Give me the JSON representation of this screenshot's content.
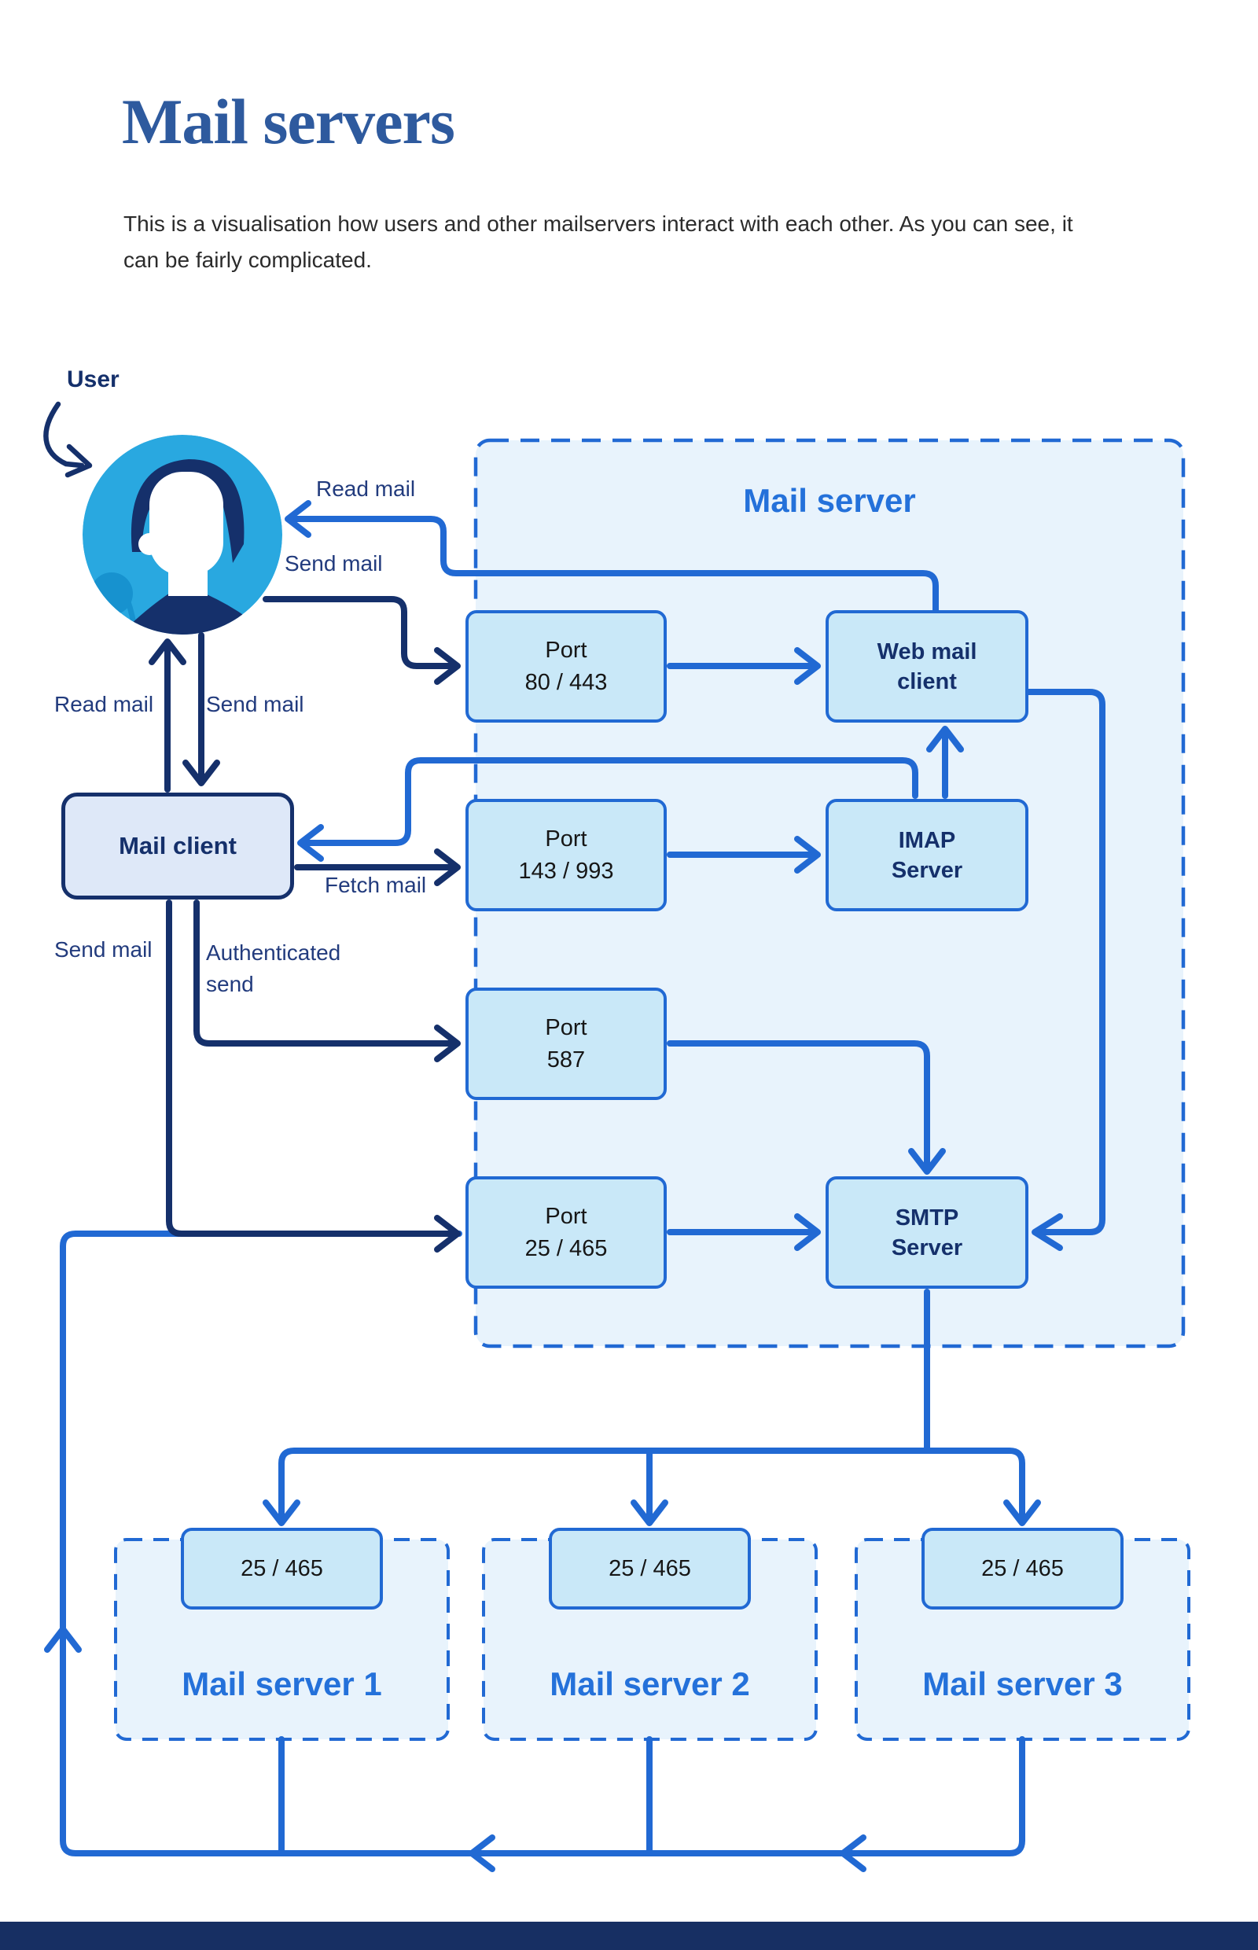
{
  "page": {
    "title": "Mail servers",
    "subtitle": "This is a visualisation how users and other mailservers interact with each other. As you can see, it can be fairly complicated."
  },
  "colors": {
    "accent_blue": "#2169d3",
    "heading_blue": "#2471da",
    "title_blue": "#2e5a9e",
    "navy": "#15306b",
    "node_fill": "#c9e8f8",
    "container_fill": "#e8f3fc",
    "mail_client_fill": "#dee8f8",
    "avatar_blue": "#29a8e0",
    "footer_navy": "#172f63"
  },
  "diagram": {
    "user_label": "User",
    "container": {
      "title": "Mail server"
    },
    "nodes": {
      "port_http": {
        "line1": "Port",
        "line2": "80 / 443"
      },
      "web_mail": {
        "label": "Web mail client"
      },
      "port_imap": {
        "line1": "Port",
        "line2": "143 / 993"
      },
      "imap": {
        "label": "IMAP Server"
      },
      "port_submission": {
        "line1": "Port",
        "line2": "587"
      },
      "port_smtp": {
        "line1": "Port",
        "line2": "25 / 465"
      },
      "smtp": {
        "label": "SMTP Server"
      },
      "mail_client": {
        "label": "Mail client"
      }
    },
    "edge_labels": {
      "read_mail_top": "Read mail",
      "send_mail_top": "Send mail",
      "read_mail_left": "Read mail",
      "send_mail_mid": "Send mail",
      "fetch_mail": "Fetch mail",
      "send_mail_bottom": "Send mail",
      "auth_send": "Authenticated send"
    },
    "servers": [
      {
        "port": "25 / 465",
        "label": "Mail server 1"
      },
      {
        "port": "25 / 465",
        "label": "Mail server 2"
      },
      {
        "port": "25 / 465",
        "label": "Mail server 3"
      }
    ]
  }
}
